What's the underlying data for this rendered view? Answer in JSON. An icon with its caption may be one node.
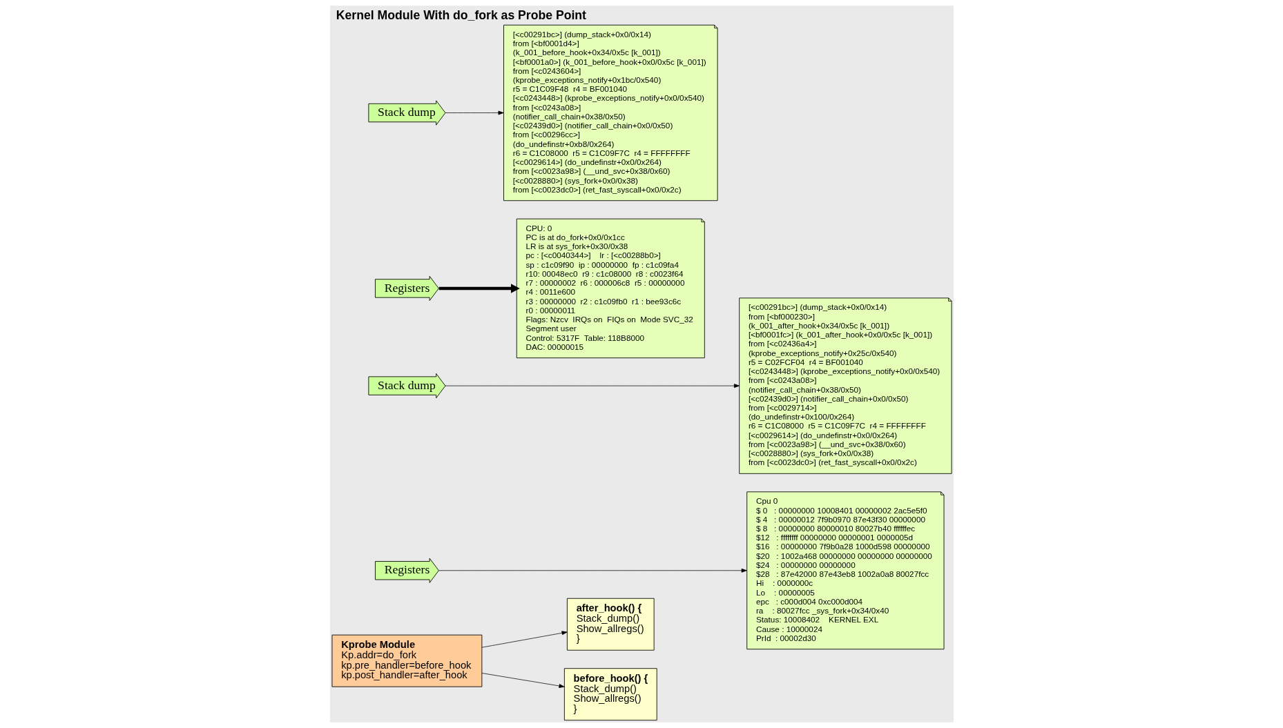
{
  "diagram": {
    "title": "Kernel Module With do_fork as Probe Point",
    "nodes": [
      {
        "text": [
          "Kprobe Module",
          "Kp.addr=do_fork",
          "kp.pre_handler=before_hook",
          "kp.post_handler=after_hook"
        ]
      },
      {
        "text": [
          "before_hook() {",
          "Stack_dump()",
          "Show_allregs()",
          "}"
        ]
      },
      {
        "text": [
          "Stack dump"
        ]
      },
      {
        "text": [
          "Registers"
        ]
      },
      {
        "text": [
          "after_hook() {",
          "Stack_dump()",
          "Show_allregs()",
          "}"
        ]
      },
      {
        "text": [
          "Stack dump"
        ]
      },
      {
        "text": [
          "Registers"
        ]
      },
      {
        "text": [
          "[<c00291bc>] (dump_stack+0x0/0x14)",
          "from [<bf0001d4>]",
          "(k_001_before_hook+0x34/0x5c [k_001])",
          "[<bf0001a0>] (k_001_before_hook+0x0/0x5c [k_001])",
          "from [<c0243604>]",
          "(kprobe_exceptions_notify+0x1bc/0x540)",
          "r5 = C1C09F48  r4 = BF001040",
          "[<c0243448>] (kprobe_exceptions_notify+0x0/0x540)",
          "from [<c0243a08>]",
          "(notifier_call_chain+0x38/0x50)",
          "[<c02439d0>] (notifier_call_chain+0x0/0x50)",
          "from [<c00296cc>]",
          "(do_undefinstr+0xb8/0x264)",
          "r6 = C1C08000  r5 = C1C09F7C  r4 = FFFFFFFF",
          "[<c0029614>] (do_undefinstr+0x0/0x264)",
          "from [<c0023a98>] (__und_svc+0x38/0x60)",
          "[<c0028880>] (sys_fork+0x0/0x38)",
          "from [<c0023dc0>] (ret_fast_syscall+0x0/0x2c)"
        ]
      },
      {
        "text": [
          "[<c00291bc>] (dump_stack+0x0/0x14)",
          "from [<bf000230>]",
          "(k_001_after_hook+0x34/0x5c [k_001])",
          "[<bf0001fc>] (k_001_after_hook+0x0/0x5c [k_001])",
          "from [<c02436a4>]",
          "(kprobe_exceptions_notify+0x25c/0x540)",
          "r5 = C02FCF04  r4 = BF001040",
          "[<c0243448>] (kprobe_exceptions_notify+0x0/0x540)",
          "from [<c0243a08>]",
          "(notifier_call_chain+0x38/0x50)",
          "[<c02439d0>] (notifier_call_chain+0x0/0x50)",
          "from [<c0029714>]",
          "(do_undefinstr+0x100/0x264)",
          "r6 = C1C08000  r5 = C1C09F7C  r4 = FFFFFFFF",
          "[<c0029614>] (do_undefinstr+0x0/0x264)",
          "from [<c0023a98>] (__und_svc+0x38/0x60)",
          "[<c0028880>] (sys_fork+0x0/0x38)",
          "from [<c0023dc0>] (ret_fast_syscall+0x0/0x2c)"
        ]
      },
      {
        "text": [
          "CPU: 0",
          "PC is at do_fork+0x0/0x1cc",
          "LR is at sys_fork+0x30/0x38",
          "pc : [<c0040344>]    lr : [<c00288b0>]",
          "sp : c1c09f90  ip : 00000000  fp : c1c09fa4",
          "r10: 00048ec0  r9 : c1c08000  r8 : c0023f64",
          "r7 : 00000002  r6 : 000006c8  r5 : 00000000",
          "r4 : 0011e600",
          "r3 : 00000000  r2 : c1c09fb0  r1 : bee93c6c",
          "r0 : 00000011",
          "Flags: Nzcv  IRQs on  FIQs on  Mode SVC_32",
          "Segment user",
          "Control: 5317F  Table: 118B8000",
          "DAC: 00000015"
        ]
      },
      {
        "text": [
          "Cpu 0",
          "$ 0   : 00000000 10008401 00000002 2ac5e5f0",
          "$ 4   : 00000012 7f9b0970 87e43f30 00000000",
          "$ 8   : 00000000 80000010 80027b40 ffffffec",
          "$12   : ffffffff 00000000 00000001 0000005d",
          "$16   : 00000000 7f9b0a28 1000d598 00000000",
          "$20   : 1002a468 00000000 00000000 00000000",
          "$24   : 00000000 00000000",
          "$28   : 87e42000 87e43eb8 1002a0a8 80027fcc",
          "Hi    : 0000000c",
          "Lo    : 00000005",
          "epc   : c000d004 0xc000d004",
          "ra    : 80027fcc _sys_fork+0x34/0x40",
          "Status: 10008402    KERNEL EXL",
          "Cause : 10000024",
          "PrId  : 00002d30"
        ]
      }
    ],
    "edges": [
      {
        "from": 0,
        "to": 1,
        "arrow": "to"
      },
      {
        "from": 0,
        "to": 4,
        "arrow": "to"
      },
      {
        "from": 2,
        "to": 7,
        "arrow": "to"
      },
      {
        "from": 3,
        "to": 9,
        "arrow": "to",
        "style": "thick"
      },
      {
        "from": 5,
        "to": 8,
        "arrow": "to"
      },
      {
        "from": 6,
        "to": 10,
        "arrow": "to"
      }
    ]
  }
}
